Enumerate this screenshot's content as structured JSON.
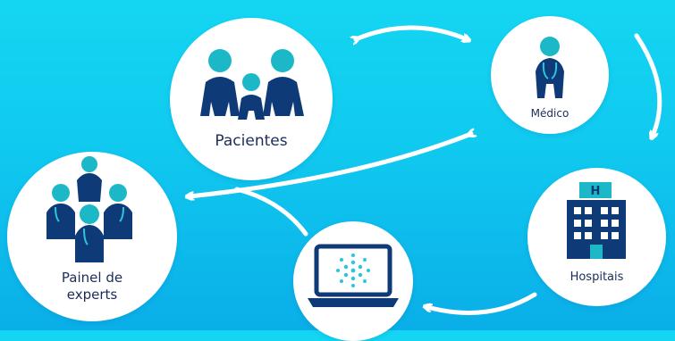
{
  "nodes": {
    "pacientes": {
      "label": "Pacientes"
    },
    "medico": {
      "label": "Médico"
    },
    "painel": {
      "label_line1": "Painel de",
      "label_line2": "experts"
    },
    "hospitais": {
      "label": "Hospitais",
      "sign_letter": "H"
    }
  },
  "colors": {
    "background_top": "#14d6f2",
    "background_bottom": "#0aaee8",
    "figure_dark": "#0f3a78",
    "head_teal": "#1cb8c8",
    "accent_cyan": "#29c6dc",
    "label_text": "#1d2d5a",
    "arrow": "#ffffff"
  }
}
